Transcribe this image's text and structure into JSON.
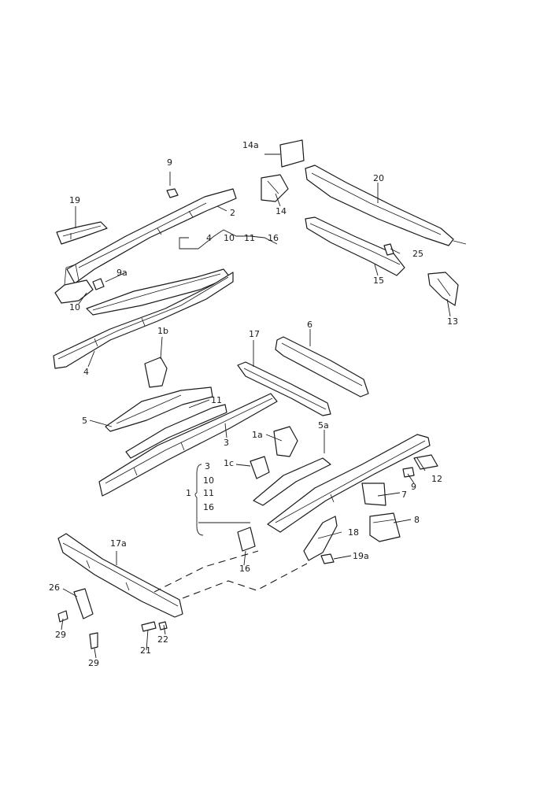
{
  "callouts": {
    "c14a": "14a",
    "c9": "9",
    "c20": "20",
    "c19": "19",
    "c2": "2",
    "c14": "14",
    "c4": "4",
    "c10": "10",
    "c11": "11",
    "c16": "16",
    "c9a": "9a",
    "c10b": "10",
    "c25": "25",
    "c15": "15",
    "c13": "13",
    "c1b": "1b",
    "c4b": "4",
    "c6": "6",
    "c17": "17",
    "c11b": "11",
    "c5": "5",
    "c3": "3",
    "c5a": "5a",
    "c1a": "1a",
    "c1c": "1c",
    "c9b": "9",
    "c12": "12",
    "c7": "7",
    "c8": "8",
    "c18": "18",
    "c19a": "19a",
    "c1": "1",
    "g3": "3",
    "g10": "10",
    "g11": "11",
    "g16": "16",
    "c16b": "16",
    "c17a": "17a",
    "c26": "26",
    "c29": "29",
    "c29b": "29",
    "c21": "21",
    "c22": "22"
  }
}
